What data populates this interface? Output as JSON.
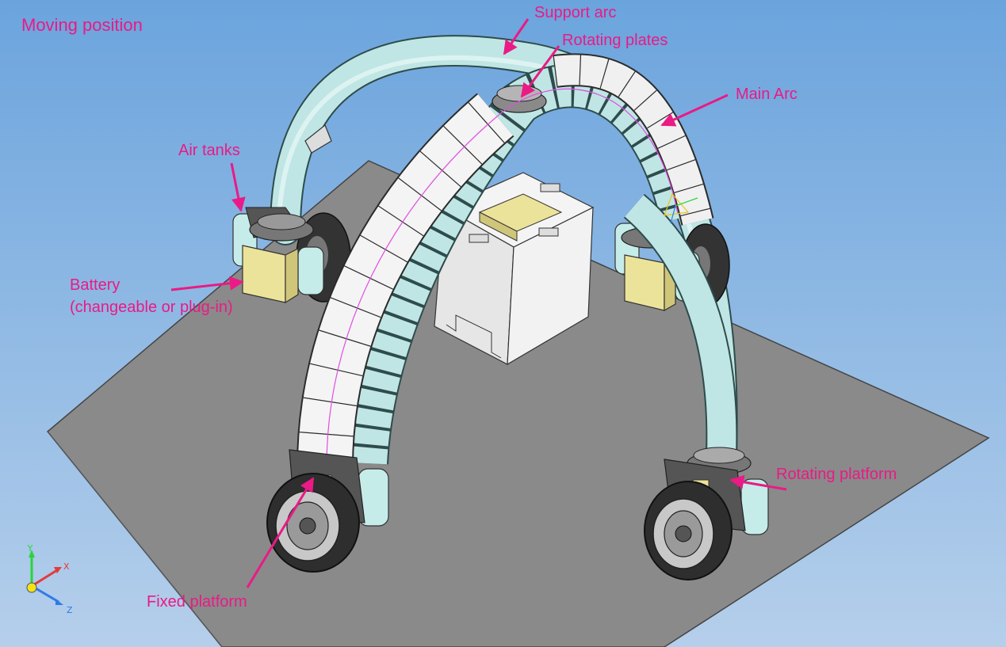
{
  "view": {
    "title": "Moving position"
  },
  "labels": {
    "support_arc": "Support arc",
    "rotating_plates": "Rotating plates",
    "main_arc": "Main Arc",
    "air_tanks": "Air tanks",
    "battery_line1": "Battery",
    "battery_line2": "(changeable or plug-in)",
    "rotating_platform": "Rotating platform",
    "fixed_platform": "Fixed platform"
  },
  "axes": {
    "x": "X",
    "y": "Y",
    "z": "Z"
  },
  "colors": {
    "background_top": "#6fa7df",
    "background_bottom": "#b3cdea",
    "annotation": "#ea1a86",
    "floor": "#8a8a8a",
    "tube": "#bfe6e4",
    "plates": "#f2f2f2",
    "battery": "#ece39a",
    "tire": "#333333"
  }
}
